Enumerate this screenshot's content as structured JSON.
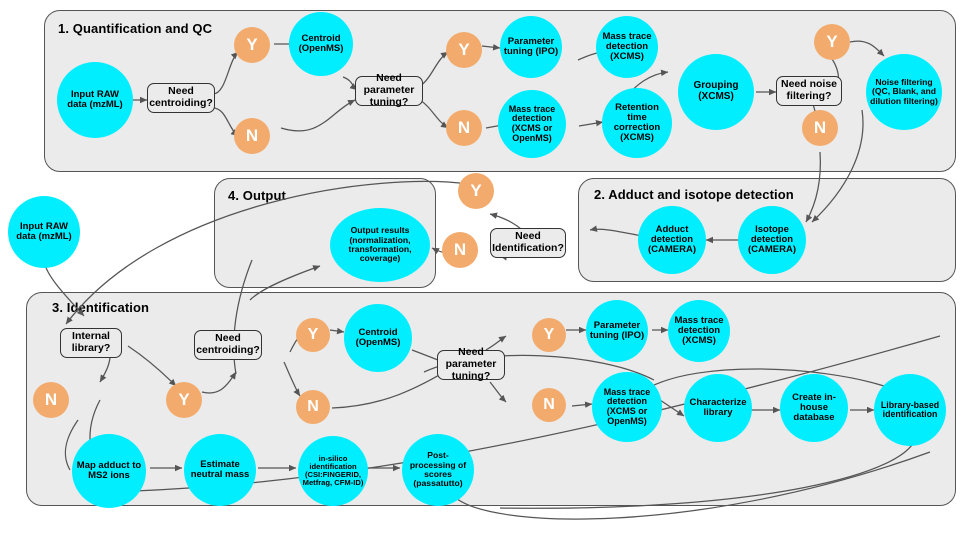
{
  "diagram": {
    "title": "Metabolomics data processing workflow",
    "colors": {
      "process": "#00eeff",
      "decision": "#f2ab6d",
      "panel": "#ebebeb",
      "stroke": "#555555"
    }
  },
  "panels": [
    {
      "id": "p1",
      "label": "1. Quantification and QC"
    },
    {
      "id": "p2",
      "label": "2. Adduct and isotope detection"
    },
    {
      "id": "p3",
      "label": "3. Identification"
    },
    {
      "id": "p4",
      "label": "4. Output"
    }
  ],
  "nodes": {
    "input_raw_1": "Input RAW data (mzML)",
    "centroid_1": "Centroid (OpenMS)",
    "param_tuning_1": "Parameter tuning (IPO)",
    "mass_trace_1": "Mass trace detection (XCMS)",
    "mass_trace_or_1": "Mass trace detection (XCMS or OpenMS)",
    "rt_correction_1": "Retention time correction (XCMS)",
    "grouping_1": "Grouping (XCMS)",
    "noise_filtering_1": "Noise filtering (QC, Blank, and dilution filtering)",
    "adduct_detection_2": "Adduct detection (CAMERA)",
    "isotope_detection_2": "Isotope detection (CAMERA)",
    "output_results_4": "Output results (normalization, transformation, coverage)",
    "input_raw_3": "Input RAW data (mzML)",
    "centroid_3": "Centroid (OpenMS)",
    "param_tuning_3": "Parameter tuning (IPO)",
    "mass_trace_3": "Mass trace detection (XCMS)",
    "mass_trace_or_3": "Mass trace detection (XCMS or OpenMS)",
    "characterize_library_3": "Characterize library",
    "create_database_3": "Create in-house database",
    "library_identification_3": "Library-based identification",
    "map_adduct_3": "Map adduct to MS2 ions",
    "estimate_mass_3": "Estimate neutral mass",
    "insilico_3": "in-silico identification (CSI:FINGERID, Metfrag, CFM-ID)",
    "post_processing_3": "Post-processing of scores (passatutto)"
  },
  "decision_boxes": {
    "need_centroiding_1": "Need centroiding?",
    "need_param_tuning_1": "Need parameter tuning?",
    "need_noise_filtering_1": "Need noise filtering?",
    "need_identification_4": "Need Identification?",
    "internal_library_3": "Internal library?",
    "need_centroiding_3": "Need centroiding?",
    "need_param_tuning_3": "Need parameter tuning?"
  },
  "branch_labels": {
    "yes": "Y",
    "no": "N"
  },
  "branches": [
    {
      "id": "b1y",
      "label": "Y",
      "from": "need_centroiding_1"
    },
    {
      "id": "b1n",
      "label": "N",
      "from": "need_centroiding_1"
    },
    {
      "id": "b2y",
      "label": "Y",
      "from": "need_param_tuning_1"
    },
    {
      "id": "b2n",
      "label": "N",
      "from": "need_param_tuning_1"
    },
    {
      "id": "b3y",
      "label": "Y",
      "from": "need_noise_filtering_1"
    },
    {
      "id": "b3n",
      "label": "N",
      "from": "need_noise_filtering_1"
    },
    {
      "id": "b4y",
      "label": "Y",
      "from": "need_identification_4"
    },
    {
      "id": "b4n",
      "label": "N",
      "from": "need_identification_4"
    },
    {
      "id": "b5n",
      "label": "N",
      "from": "internal_library_3"
    },
    {
      "id": "b5y",
      "label": "Y",
      "from": "internal_library_3"
    },
    {
      "id": "b6y",
      "label": "Y",
      "from": "need_centroiding_3"
    },
    {
      "id": "b6n",
      "label": "N",
      "from": "need_centroiding_3"
    },
    {
      "id": "b7y",
      "label": "Y",
      "from": "need_param_tuning_3"
    },
    {
      "id": "b7n",
      "label": "N",
      "from": "need_param_tuning_3"
    }
  ]
}
